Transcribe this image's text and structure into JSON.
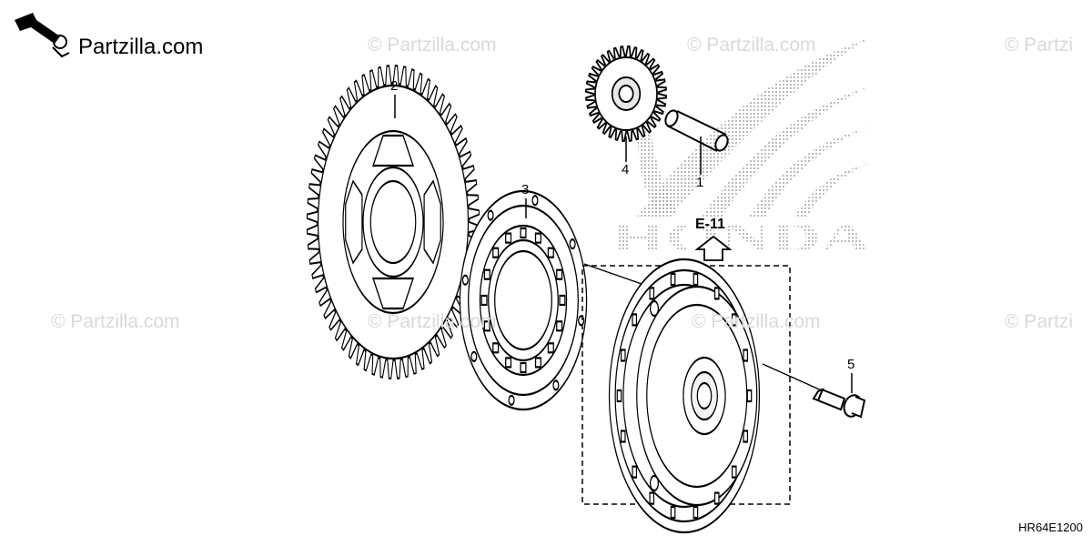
{
  "brand": {
    "site": "Partzilla.com",
    "watermark": "© Partzilla.com",
    "watermark_cut": "© Partzi"
  },
  "diagram": {
    "callouts": [
      "1",
      "2",
      "3",
      "4",
      "5"
    ],
    "reference": "E-11",
    "code": "HR64E1200",
    "logo_text": "HONDA"
  },
  "colors": {
    "line": "#000000",
    "watermark": "#d9d9d9",
    "background": "#ffffff"
  },
  "icons": [
    "wrench-icon",
    "hand-icon",
    "up-arrow-icon",
    "honda-wing-icon"
  ]
}
